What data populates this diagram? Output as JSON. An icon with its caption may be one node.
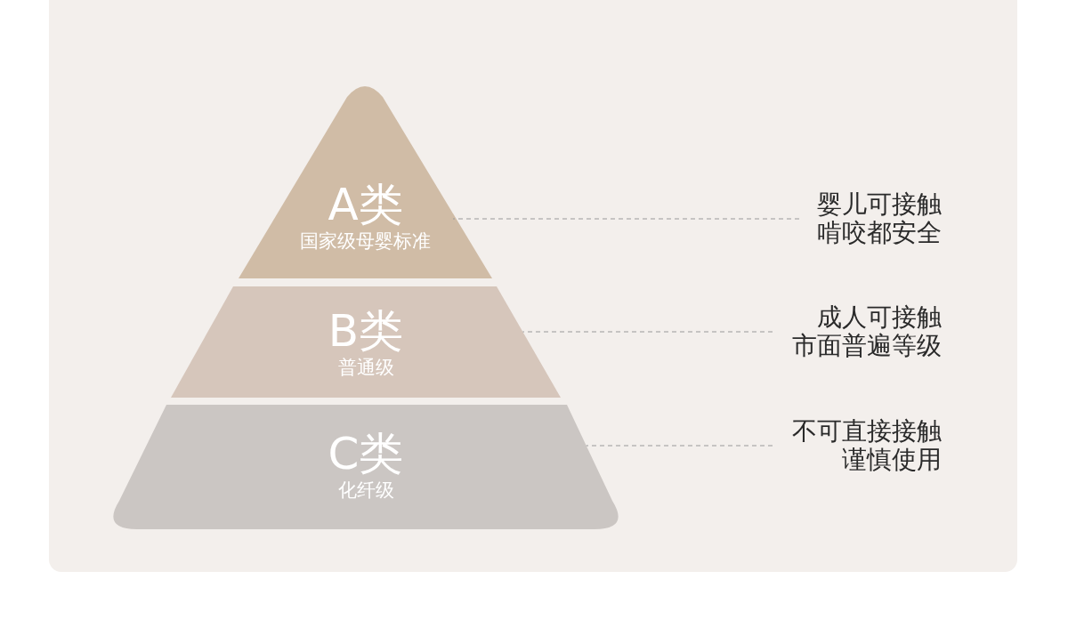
{
  "diagram": {
    "nodes": [
      {
        "text": [
          "A类",
          "国家级母婴标准"
        ]
      },
      {
        "text": [
          "婴儿可接触啃咬都安全"
        ]
      },
      {
        "text": [
          "B类",
          "普通级"
        ]
      },
      {
        "text": [
          "成人可接触市面普遍等级"
        ]
      },
      {
        "text": [
          "C类",
          "化纤级"
        ]
      },
      {
        "text": [
          "不可直接接触谨慎使用"
        ]
      }
    ],
    "edges": [
      {
        "from": 1,
        "to": 0,
        "arrow": "none",
        "style": "dashed"
      },
      {
        "from": 3,
        "to": 2,
        "arrow": "none",
        "style": "dashed"
      },
      {
        "from": 5,
        "to": 4,
        "arrow": "none",
        "style": "dashed"
      }
    ]
  }
}
